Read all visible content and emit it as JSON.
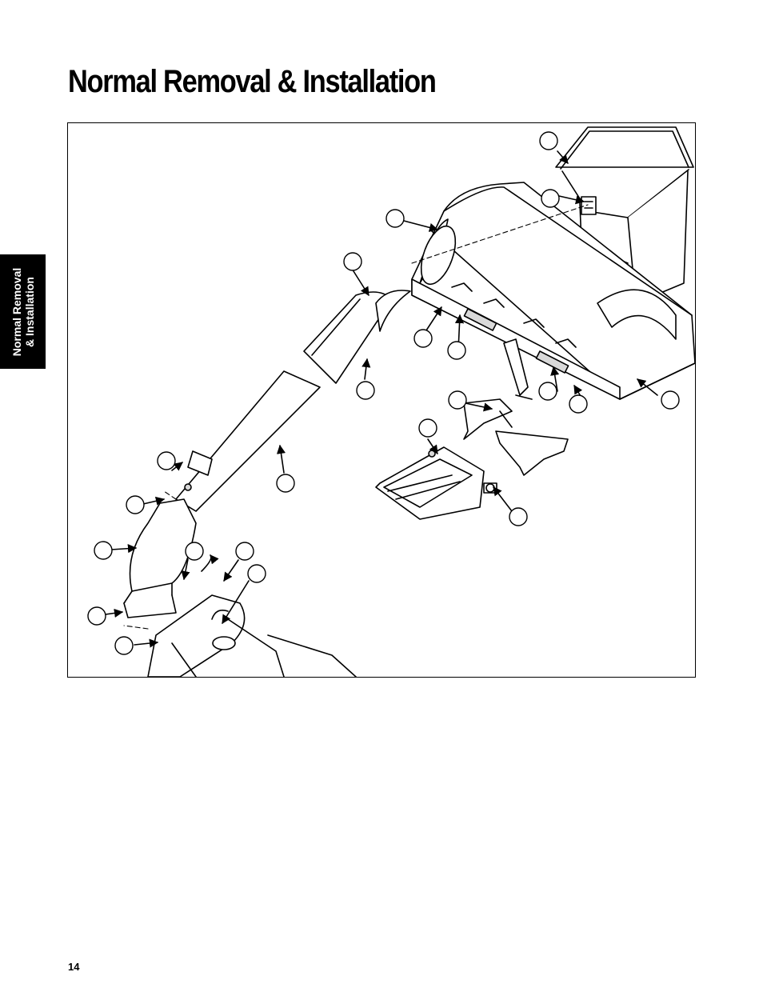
{
  "page": {
    "title": "Normal Removal & Installation",
    "side_tab": {
      "line1": "Normal Removal",
      "line2": "& Installation"
    },
    "page_number": "14"
  },
  "figure": {
    "stroke_color": "#000000",
    "fill_color": "#ffffff",
    "shade_color": "#d9d9d9"
  }
}
